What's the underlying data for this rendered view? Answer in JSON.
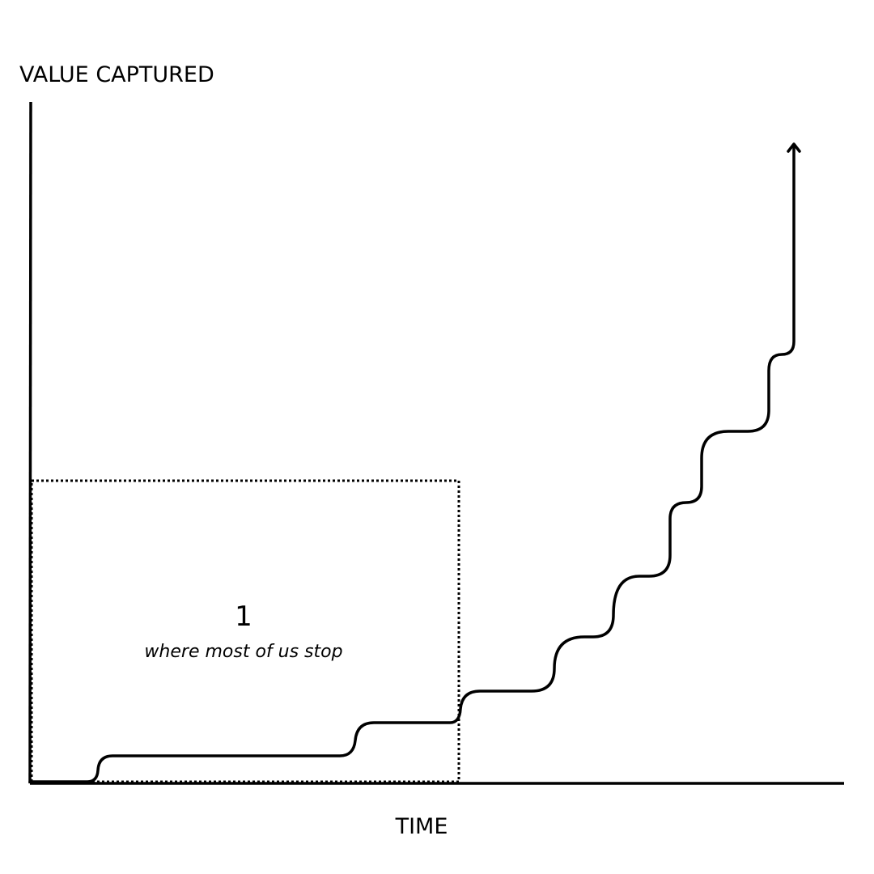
{
  "diagram": {
    "y_axis_label": "VALUE CAPTURED",
    "x_axis_label": "TIME",
    "zone": {
      "number": "1",
      "caption": "where most of us stop"
    },
    "colors": {
      "ink": "#000000",
      "background": "#ffffff"
    },
    "arrow_icon": "arrow-up-icon"
  }
}
